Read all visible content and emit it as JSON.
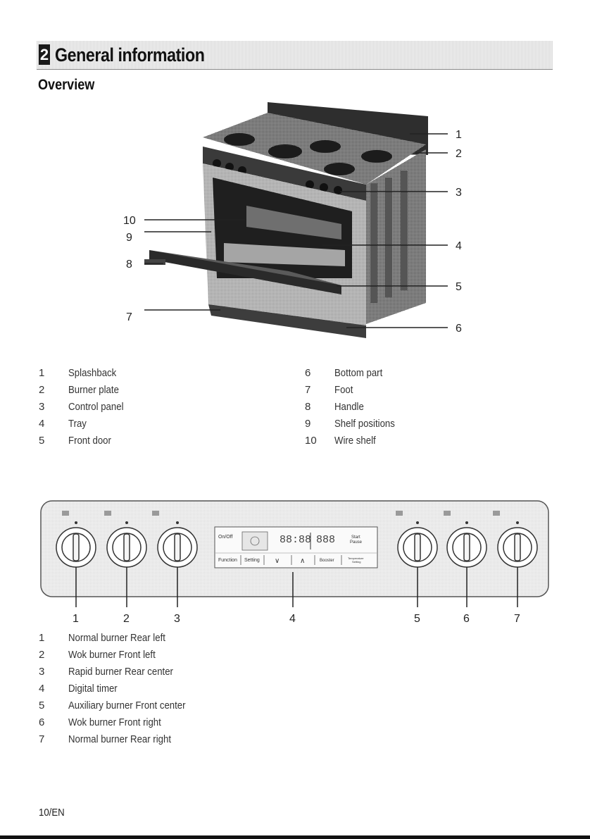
{
  "header": {
    "section_number": "2",
    "section_title": "General information"
  },
  "subsection": {
    "title": "Overview"
  },
  "oven_callouts": [
    "1",
    "2",
    "3",
    "4",
    "5",
    "6",
    "7",
    "8",
    "9",
    "10"
  ],
  "parts_left": [
    {
      "n": "1",
      "label": "Splashback"
    },
    {
      "n": "2",
      "label": "Burner plate"
    },
    {
      "n": "3",
      "label": "Control panel"
    },
    {
      "n": "4",
      "label": "Tray"
    },
    {
      "n": "5",
      "label": "Front door"
    }
  ],
  "parts_right": [
    {
      "n": "6",
      "label": "Bottom part"
    },
    {
      "n": "7",
      "label": "Foot"
    },
    {
      "n": "8",
      "label": "Handle"
    },
    {
      "n": "9",
      "label": "Shelf positions"
    },
    {
      "n": "10",
      "label": "Wire shelf"
    }
  ],
  "panel": {
    "onoff": "On/Off",
    "function": "Function",
    "setting": "Setting",
    "booster": "Booster",
    "start": "Start",
    "pause": "Pause",
    "temperature": "Temperature",
    "setting2": "Setting",
    "callouts": [
      "1",
      "2",
      "3",
      "4",
      "5",
      "6",
      "7"
    ]
  },
  "controls": [
    {
      "n": "1",
      "label": "Normal burner Rear left"
    },
    {
      "n": "2",
      "label": "Wok burner Front left"
    },
    {
      "n": "3",
      "label": "Rapid burner Rear center"
    },
    {
      "n": "4",
      "label": "Digital timer"
    },
    {
      "n": "5",
      "label": "Auxiliary burner Front center"
    },
    {
      "n": "6",
      "label": "Wok burner Front right"
    },
    {
      "n": "7",
      "label": "Normal burner Rear right"
    }
  ],
  "footer": {
    "page": "10/EN"
  }
}
